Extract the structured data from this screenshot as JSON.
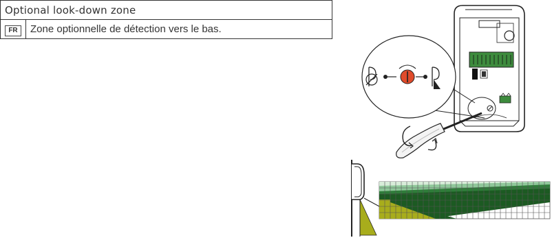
{
  "section": {
    "title": "Optional look-down zone"
  },
  "translations": [
    {
      "lang_code": "FR",
      "text": "Zone optionnelle de détection vers le bas."
    }
  ],
  "colors": {
    "olive": "#a8ad1c",
    "dark_green": "#1c5a22",
    "mid_green": "#2f7d3a",
    "light_green": "#8fc79a",
    "pale_green": "#d8ecd9",
    "red_knob": "#e04b2b"
  }
}
